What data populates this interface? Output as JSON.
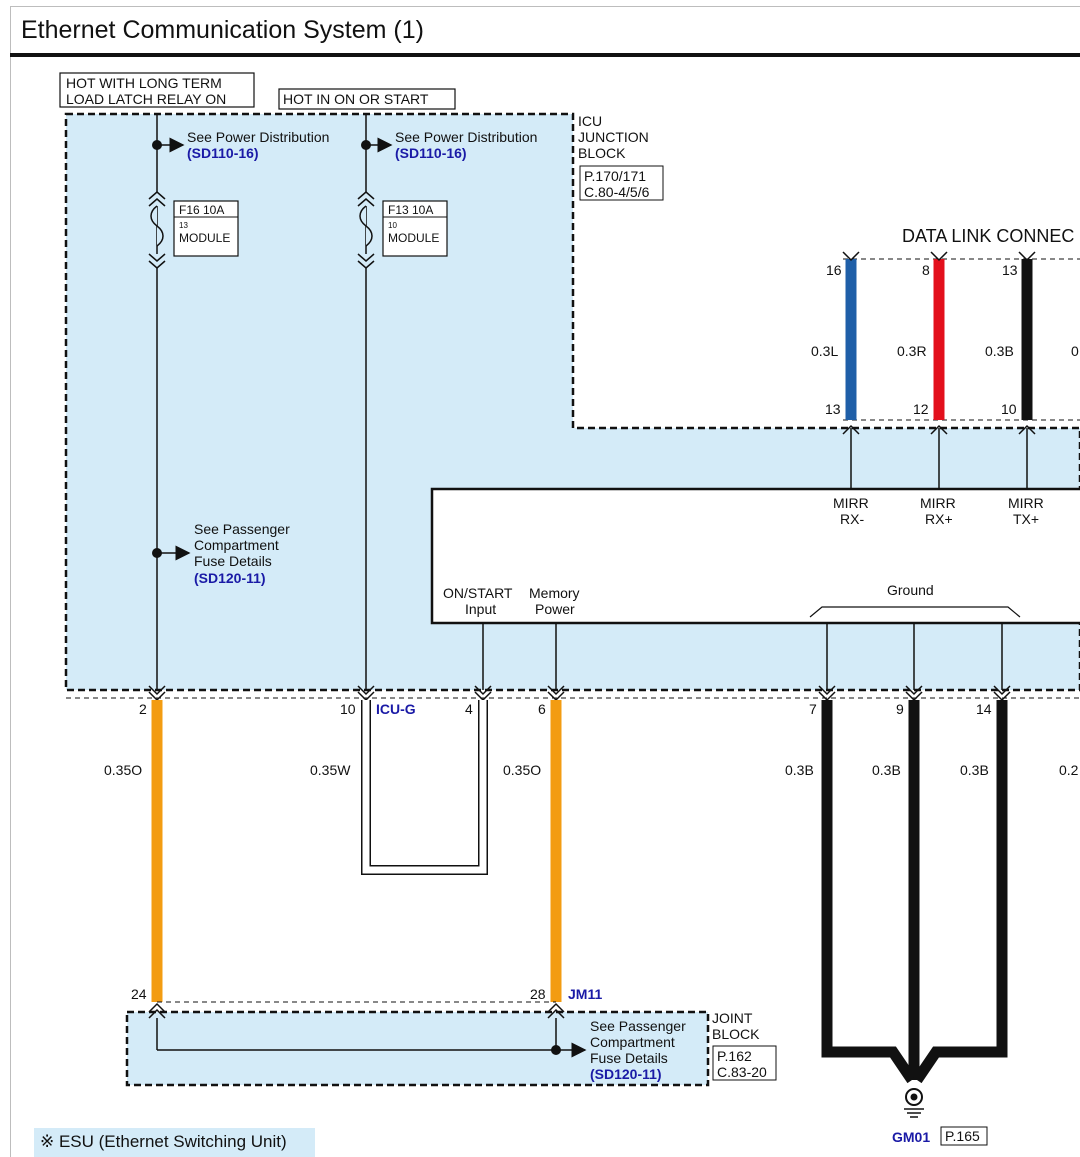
{
  "title": "Ethernet Communication System (1)",
  "power_labels": {
    "hot_long_term": [
      "HOT WITH LONG TERM",
      "LOAD LATCH RELAY ON"
    ],
    "hot_on_start": "HOT IN ON OR START"
  },
  "icu_block": {
    "name": [
      "ICU",
      "JUNCTION",
      "BLOCK"
    ],
    "ref": [
      "P.170/171",
      "C.80-4/5/6"
    ],
    "connector": "ICU-G"
  },
  "see_power_distribution": {
    "text": "See Power Distribution",
    "ref": "(SD110-16)"
  },
  "fuses": [
    {
      "name": "F16 10A",
      "pin": "13",
      "label": "MODULE"
    },
    {
      "name": "F13 10A",
      "pin": "10",
      "label": "MODULE"
    }
  ],
  "passenger_fuse_details": {
    "text": [
      "See Passenger",
      "Compartment",
      "Fuse Details"
    ],
    "ref": "(SD120-11)"
  },
  "data_link_connector": {
    "title": "DATA LINK CONNEC",
    "wires": [
      {
        "top_pin": "16",
        "bottom_pin": "13",
        "spec": "0.3L",
        "color": "#1f5fa8",
        "signal": [
          "MIRR",
          "RX-"
        ]
      },
      {
        "top_pin": "8",
        "bottom_pin": "12",
        "spec": "0.3R",
        "color": "#e3101c",
        "signal": [
          "MIRR",
          "RX+"
        ]
      },
      {
        "top_pin": "13",
        "bottom_pin": "10",
        "spec": "0.3B",
        "color": "#111111",
        "signal": [
          "MIRR",
          "TX+"
        ]
      }
    ],
    "partial_spec": "0"
  },
  "esu_inputs": {
    "on_start": [
      "ON/START",
      "Input"
    ],
    "memory_power": [
      "Memory",
      "Power"
    ],
    "ground": "Ground"
  },
  "lower_pins": [
    {
      "pin": "2",
      "spec": "0.35O"
    },
    {
      "pin": "10",
      "spec": "0.35W"
    },
    {
      "pin": "4",
      "spec": ""
    },
    {
      "pin": "6",
      "spec": "0.35O"
    },
    {
      "pin": "7",
      "spec": "0.3B"
    },
    {
      "pin": "9",
      "spec": "0.3B"
    },
    {
      "pin": "14",
      "spec": "0.3B"
    }
  ],
  "partial_lower_spec": "0.2",
  "joint_block": {
    "name": [
      "JOINT",
      "BLOCK"
    ],
    "ref": [
      "P.162",
      "C.83-20"
    ],
    "pin_left": "24",
    "pin_right": "28",
    "connector": "JM11"
  },
  "ground_point": {
    "name": "GM01",
    "ref": "P.165"
  },
  "note": "※ ESU (Ethernet Switching Unit)",
  "colors": {
    "junction_fill": "#d4ebf8",
    "orange_wire": "#f39c12",
    "ref_blue": "#1a1aa6"
  }
}
